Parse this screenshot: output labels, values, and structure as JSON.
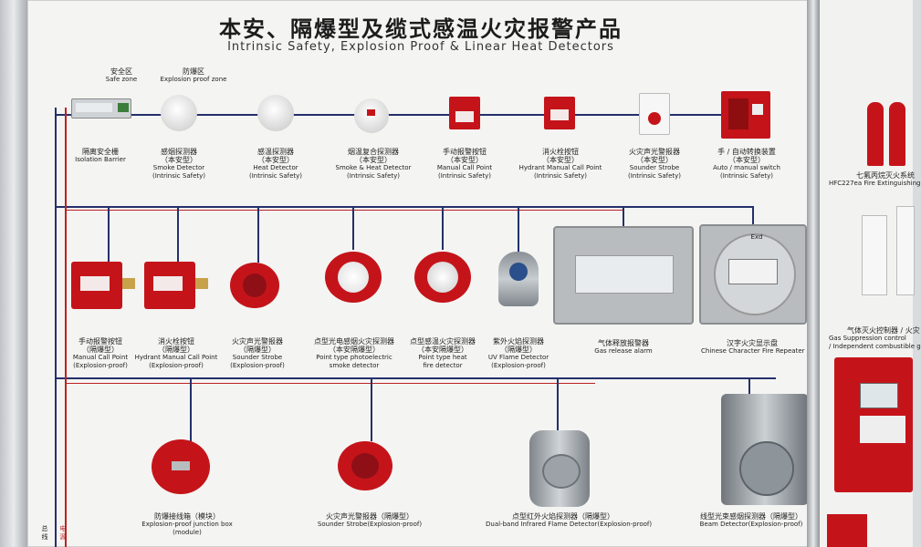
{
  "title": {
    "cn": "本安、隔爆型及缆式感温火灾报警产品",
    "en": "Intrinsic Safety, Explosion Proof & Linear Heat Detectors"
  },
  "zones": {
    "safe": {
      "cn": "安全区",
      "en": "Safe zone"
    },
    "proof": {
      "cn": "防爆区",
      "en": "Explosion proof zone"
    }
  },
  "row1": [
    {
      "cn": "隔离安全栅",
      "en": "Isolation Barrier"
    },
    {
      "cn": "感烟探测器",
      "sub": "（本安型）",
      "en": "Smoke Detector",
      "en2": "(Intrinsic Safety)"
    },
    {
      "cn": "感温探测器",
      "sub": "（本安型）",
      "en": "Heat Detector",
      "en2": "(Intrinsic Safety)"
    },
    {
      "cn": "烟温复合探测器",
      "sub": "（本安型）",
      "en": "Smoke & Heat Detector",
      "en2": "(Intrinsic Safety)"
    },
    {
      "cn": "手动报警按钮",
      "sub": "（本安型）",
      "en": "Manual Call Point",
      "en2": "(Intrinsic Safety)"
    },
    {
      "cn": "消火栓按钮",
      "sub": "（本安型）",
      "en": "Hydrant Manual Call Point",
      "en2": "(Intrinsic Safety)"
    },
    {
      "cn": "火灾声光警报器",
      "sub": "（本安型）",
      "en": "Sounder Strobe",
      "en2": "(Intrinsic Safety)"
    },
    {
      "cn": "手 / 自动转换装置",
      "sub": "（本安型）",
      "en": "Auto / manual switch",
      "en2": "(Intrinsic Safety)"
    }
  ],
  "row2": [
    {
      "cn": "手动报警按钮",
      "sub": "（隔爆型）",
      "en": "Manual Call Point",
      "en2": "(Explosion-proof)"
    },
    {
      "cn": "消火栓按钮",
      "sub": "（隔爆型）",
      "en": "Hydrant Manual Call Point",
      "en2": "(Explosion-proof)"
    },
    {
      "cn": "火灾声光警报器",
      "sub": "（隔爆型）",
      "en": "Sounder Strobe",
      "en2": "(Explosion-proof)"
    },
    {
      "cn": "点型光电感烟火灾探测器",
      "sub": "（本安隔爆型）",
      "en": "Point type photoelectric",
      "en2": "smoke detector"
    },
    {
      "cn": "点型感温火灾探测器",
      "sub": "（本安隔爆型）",
      "en": "Point type heat",
      "en2": "fire detector"
    },
    {
      "cn": "紫外火焰探测器",
      "sub": "（隔爆型）",
      "en": "UV Flame Detector",
      "en2": "(Explosion-proof)"
    },
    {
      "cn": "气体释放报警器",
      "en": "Gas release alarm"
    },
    {
      "cn": "汉字火灾显示盘",
      "en": "Chinese Character Fire Repeater"
    }
  ],
  "row3": [
    {
      "cn": "防爆接线箱（模块）",
      "en": "Explosion-proof junction box",
      "en2": "(module)"
    },
    {
      "cn": "火灾声光警报器（隔爆型）",
      "en": "Sounder Strobe(Explosion-proof)"
    },
    {
      "cn": "点型红外火焰探测器（隔爆型）",
      "en": "Dual-band Infrared Flame Detector(Explosion-proof)"
    },
    {
      "cn": "线型光束感烟探测器（隔爆型）",
      "en": "Beam Detector(Explosion-proof)"
    }
  ],
  "side": {
    "bus_cn": "总线",
    "power_cn": "电源"
  },
  "right_panel": {
    "hfc_cn": "七氟丙烷灭火系统",
    "hfc_en": "HFC227ea Fire Extinguishing",
    "gas_cn": "气体灭火控制器 / 火灾",
    "gas_en1": "Gas Suppression control",
    "gas_en2": "/ Independent combustible g",
    "exd": "Exd"
  },
  "colors": {
    "wire_blue": "#24306b",
    "wire_red": "#b22222",
    "device_red": "#c4141a"
  }
}
